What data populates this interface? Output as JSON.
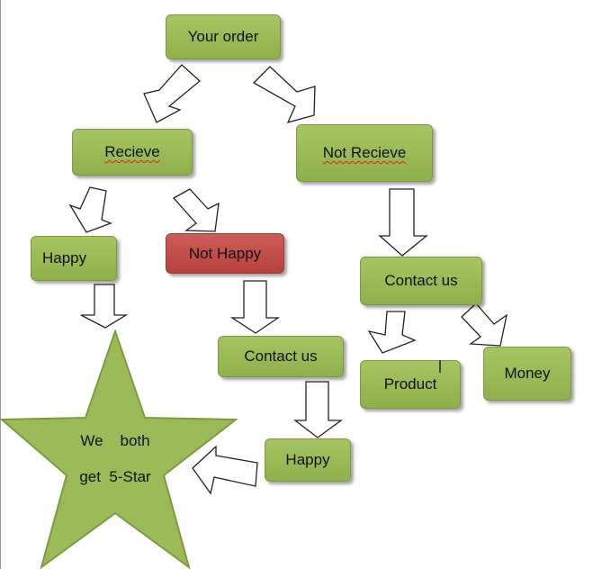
{
  "diagram": {
    "nodes": {
      "your_order": "Your order",
      "recieve": "Recieve",
      "not_recieve": "Not Recieve",
      "happy_1": "Happy",
      "not_happy": "Not Happy",
      "contact_us_1": "Contact us",
      "contact_us_2": "Contact us",
      "product": "Product",
      "money": "Money",
      "happy_2": "Happy"
    },
    "star": {
      "line1": "We    both",
      "line2": "get  5-Star"
    }
  },
  "colors": {
    "node_green": "#9bbb59",
    "node_red": "#c0504d",
    "arrow_outline": "#222222"
  }
}
